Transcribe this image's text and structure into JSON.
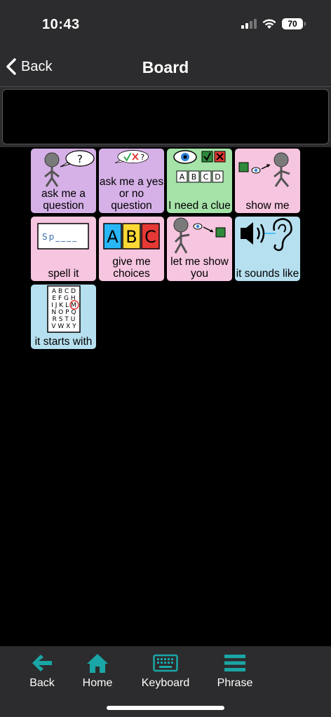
{
  "status": {
    "time": "10:43",
    "battery": "70"
  },
  "nav": {
    "back_label": "Back",
    "title": "Board"
  },
  "phrase": {
    "text": ""
  },
  "tiles": [
    {
      "label": "ask me a question",
      "color": "#d6b1e7"
    },
    {
      "label": "ask me a yes or no question",
      "color": "#d6b1e7"
    },
    {
      "label": "I need a clue",
      "color": "#a5e3a8"
    },
    {
      "label": "show me",
      "color": "#f6c5df"
    },
    {
      "label": "spell it",
      "color": "#f6c5df"
    },
    {
      "label": "give me choices",
      "color": "#f6c5df"
    },
    {
      "label": "let me show you",
      "color": "#f6c5df"
    },
    {
      "label": "it sounds like",
      "color": "#b6e0ef"
    },
    {
      "label": "it starts with",
      "color": "#b6e0ef"
    }
  ],
  "symbols": {
    "clue_letters": [
      "A",
      "B",
      "C",
      "D"
    ],
    "spell_text": "Sp____",
    "choices_letters": [
      "A",
      "B",
      "C"
    ],
    "eye_chart_rows": [
      "A B C D",
      "E F G H",
      "I J K L M",
      "N O P Q",
      "R S T U",
      "V W X Y"
    ]
  },
  "tabbar": {
    "accent": "#1aa6a6",
    "tabs": [
      {
        "label": "Back",
        "icon": "arrow-left-icon"
      },
      {
        "label": "Home",
        "icon": "home-icon"
      },
      {
        "label": "Keyboard",
        "icon": "keyboard-icon"
      },
      {
        "label": "Phrase",
        "icon": "menu-lines-icon"
      }
    ]
  }
}
